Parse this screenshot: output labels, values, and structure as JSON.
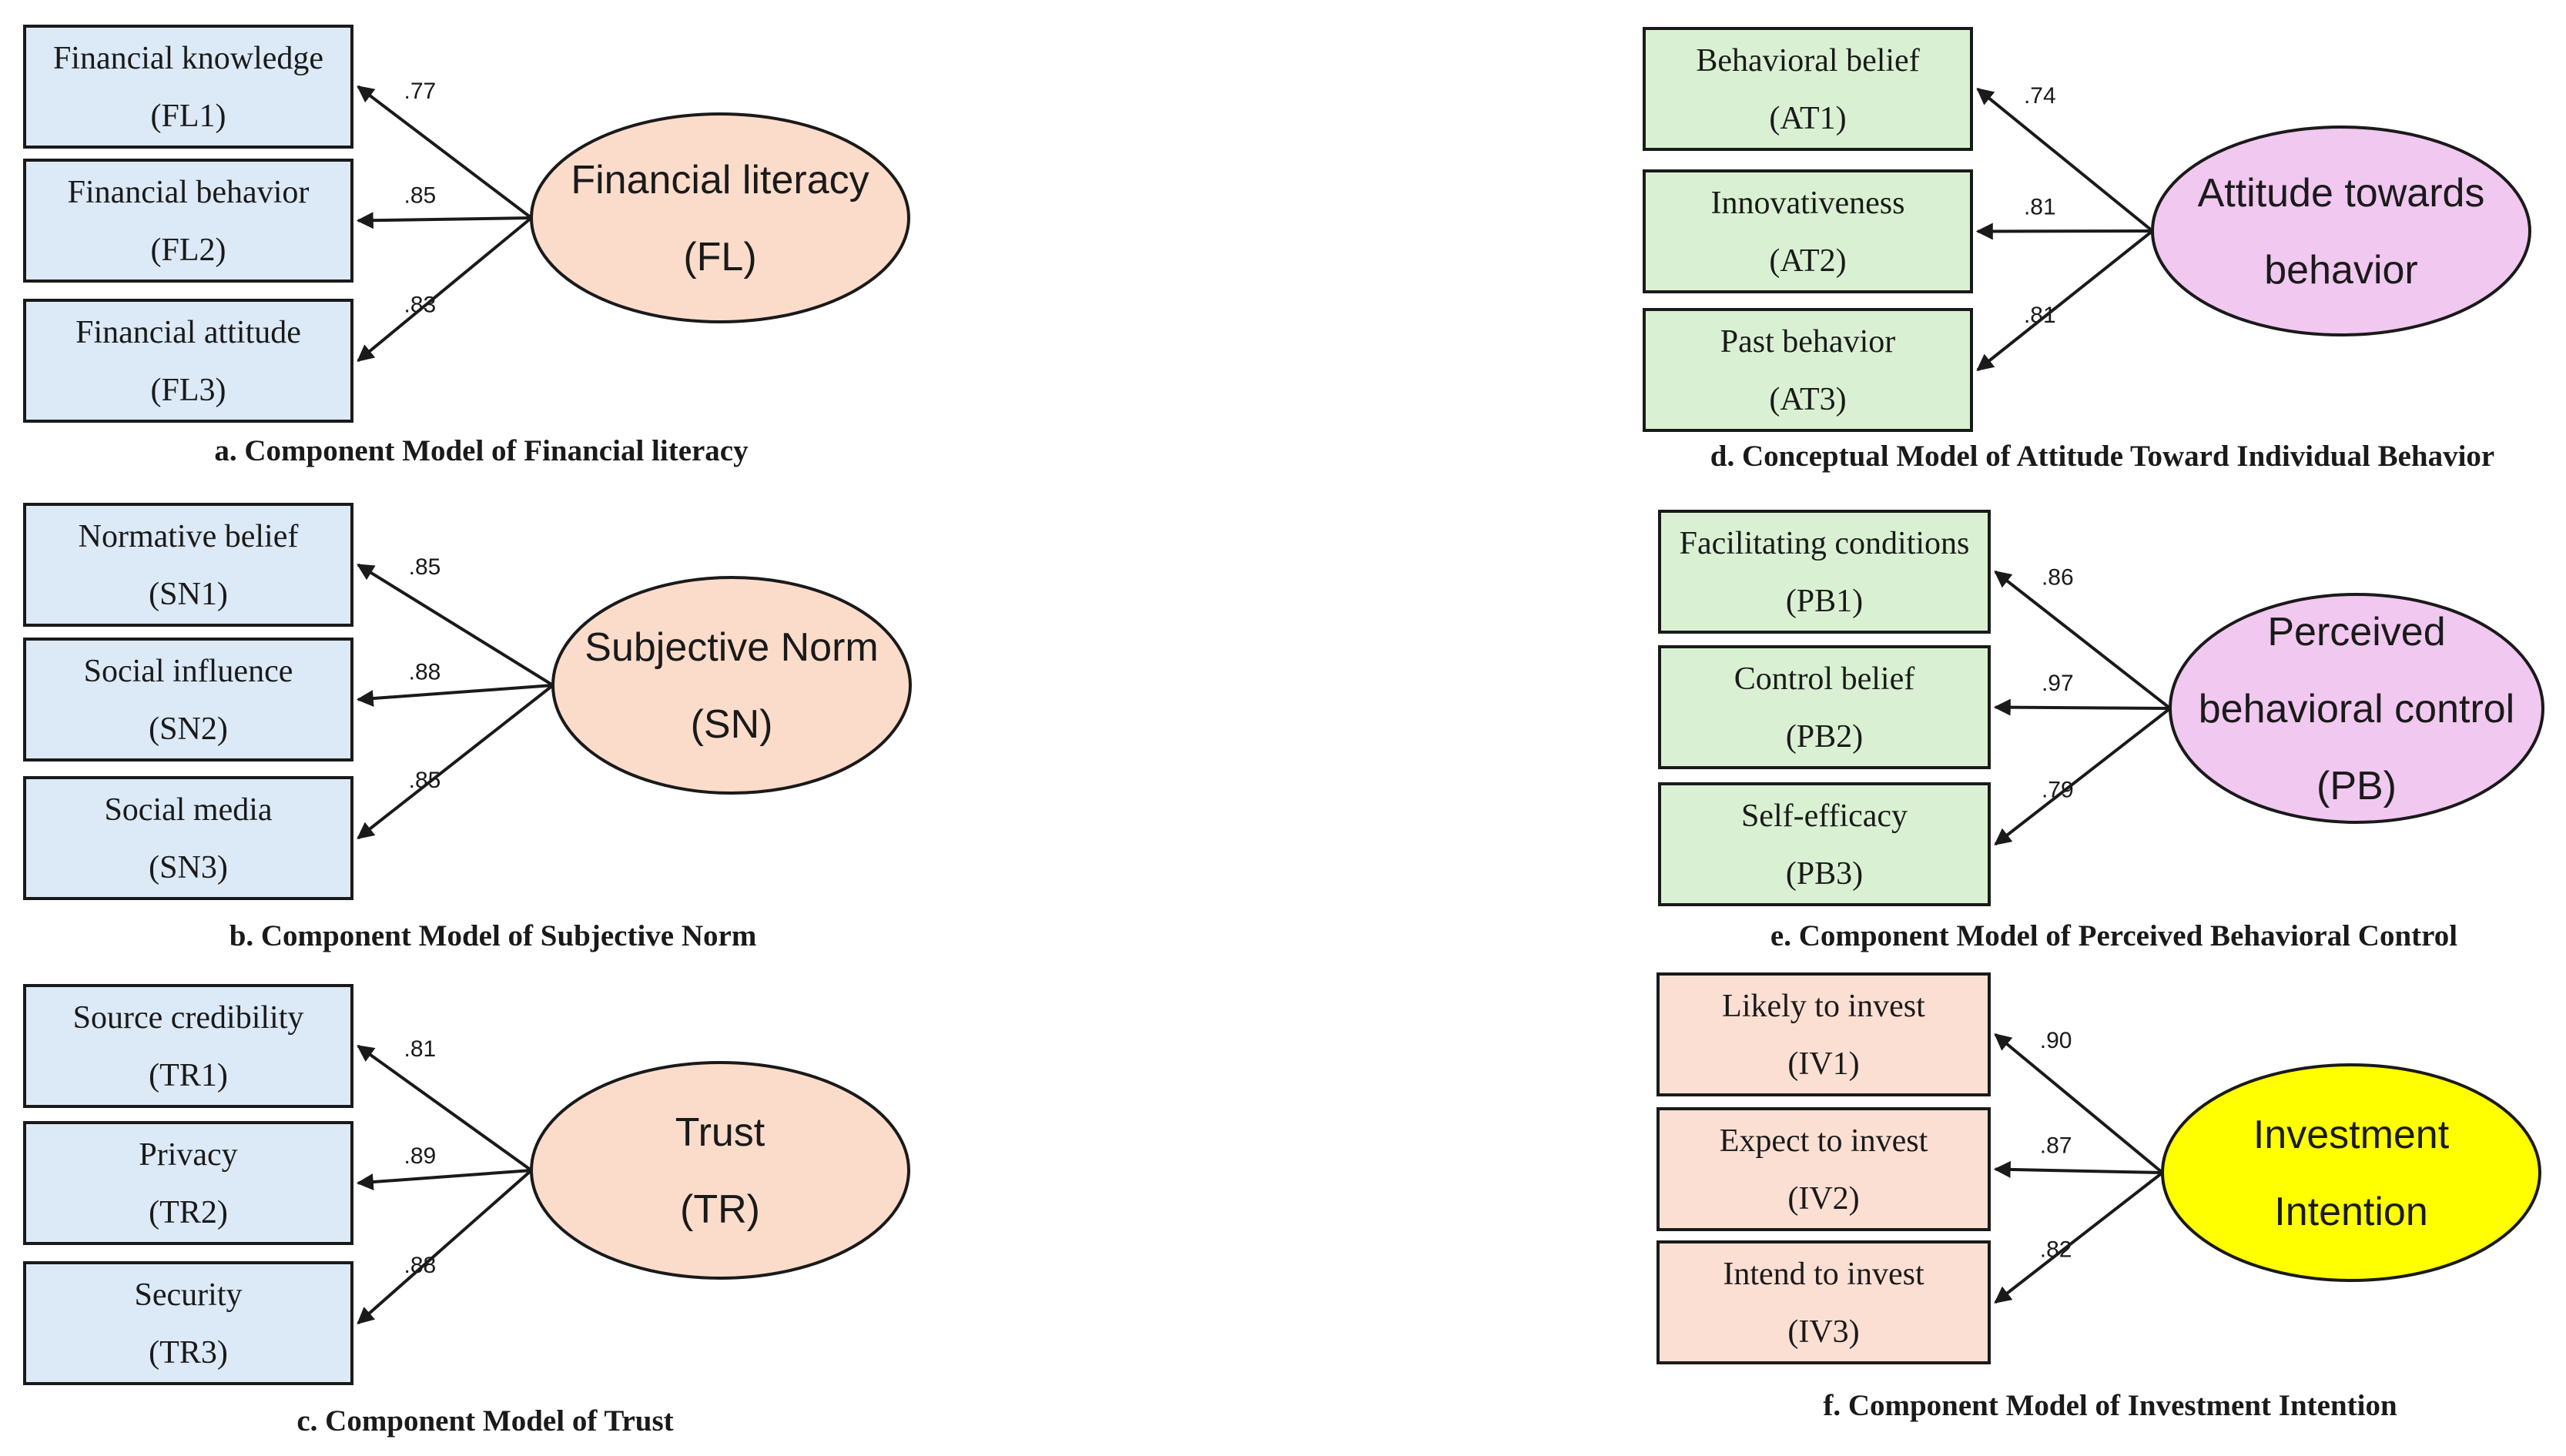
{
  "colors": {
    "indicator_blue": "#dce9f6",
    "indicator_green": "#d9f1d2",
    "indicator_peach": "#fbdfd3",
    "latent_peach": "#fbdccb",
    "latent_pink": "#f1c8f0",
    "latent_yellow": "#ffff00",
    "stroke": "#1a1a1a"
  },
  "models": [
    {
      "caption": "a. Component Model of  Financial literacy",
      "latent": {
        "lines": [
          "Financial literacy",
          "(FL)"
        ]
      },
      "indicators": [
        {
          "name": "Financial knowledge",
          "code": "(FL1)",
          "loading": ".77"
        },
        {
          "name": "Financial behavior",
          "code": "(FL2)",
          "loading": ".85"
        },
        {
          "name": "Financial attitude",
          "code": "(FL3)",
          "loading": ".83"
        }
      ]
    },
    {
      "caption": "b. Component Model of Subjective Norm",
      "latent": {
        "lines": [
          "Subjective Norm",
          "(SN)"
        ]
      },
      "indicators": [
        {
          "name": "Normative belief",
          "code": "(SN1)",
          "loading": ".85"
        },
        {
          "name": "Social influence",
          "code": "(SN2)",
          "loading": ".88"
        },
        {
          "name": "Social media",
          "code": "(SN3)",
          "loading": ".85"
        }
      ]
    },
    {
      "caption": "c. Component Model of Trust",
      "latent": {
        "lines": [
          "Trust",
          "(TR)"
        ]
      },
      "indicators": [
        {
          "name": "Source credibility",
          "code": "(TR1)",
          "loading": ".81"
        },
        {
          "name": "Privacy",
          "code": "(TR2)",
          "loading": ".89"
        },
        {
          "name": "Security",
          "code": "(TR3)",
          "loading": ".88"
        }
      ]
    },
    {
      "caption": "d. Conceptual Model of Attitude Toward Individual Behavior",
      "latent": {
        "lines": [
          "Attitude towards",
          "behavior"
        ]
      },
      "indicators": [
        {
          "name": "Behavioral belief",
          "code": "(AT1)",
          "loading": ".74"
        },
        {
          "name": "Innovativeness",
          "code": "(AT2)",
          "loading": ".81"
        },
        {
          "name": "Past behavior",
          "code": "(AT3)",
          "loading": ".81"
        }
      ]
    },
    {
      "caption": "e. Component Model of Perceived Behavioral Control",
      "latent": {
        "lines": [
          "Perceived",
          "behavioral control",
          "(PB)"
        ]
      },
      "indicators": [
        {
          "name": "Facilitating conditions",
          "code": "(PB1)",
          "loading": ".86"
        },
        {
          "name": "Control belief",
          "code": "(PB2)",
          "loading": ".97"
        },
        {
          "name": "Self-efficacy",
          "code": "(PB3)",
          "loading": ".79"
        }
      ]
    },
    {
      "caption": "f. Component Model of Investment Intention",
      "latent": {
        "lines": [
          "Investment",
          "Intention"
        ]
      },
      "indicators": [
        {
          "name": "Likely to invest",
          "code": "(IV1)",
          "loading": ".90"
        },
        {
          "name": "Expect to invest",
          "code": "(IV2)",
          "loading": ".87"
        },
        {
          "name": "Intend to invest",
          "code": "(IV3)",
          "loading": ".82"
        }
      ]
    }
  ]
}
